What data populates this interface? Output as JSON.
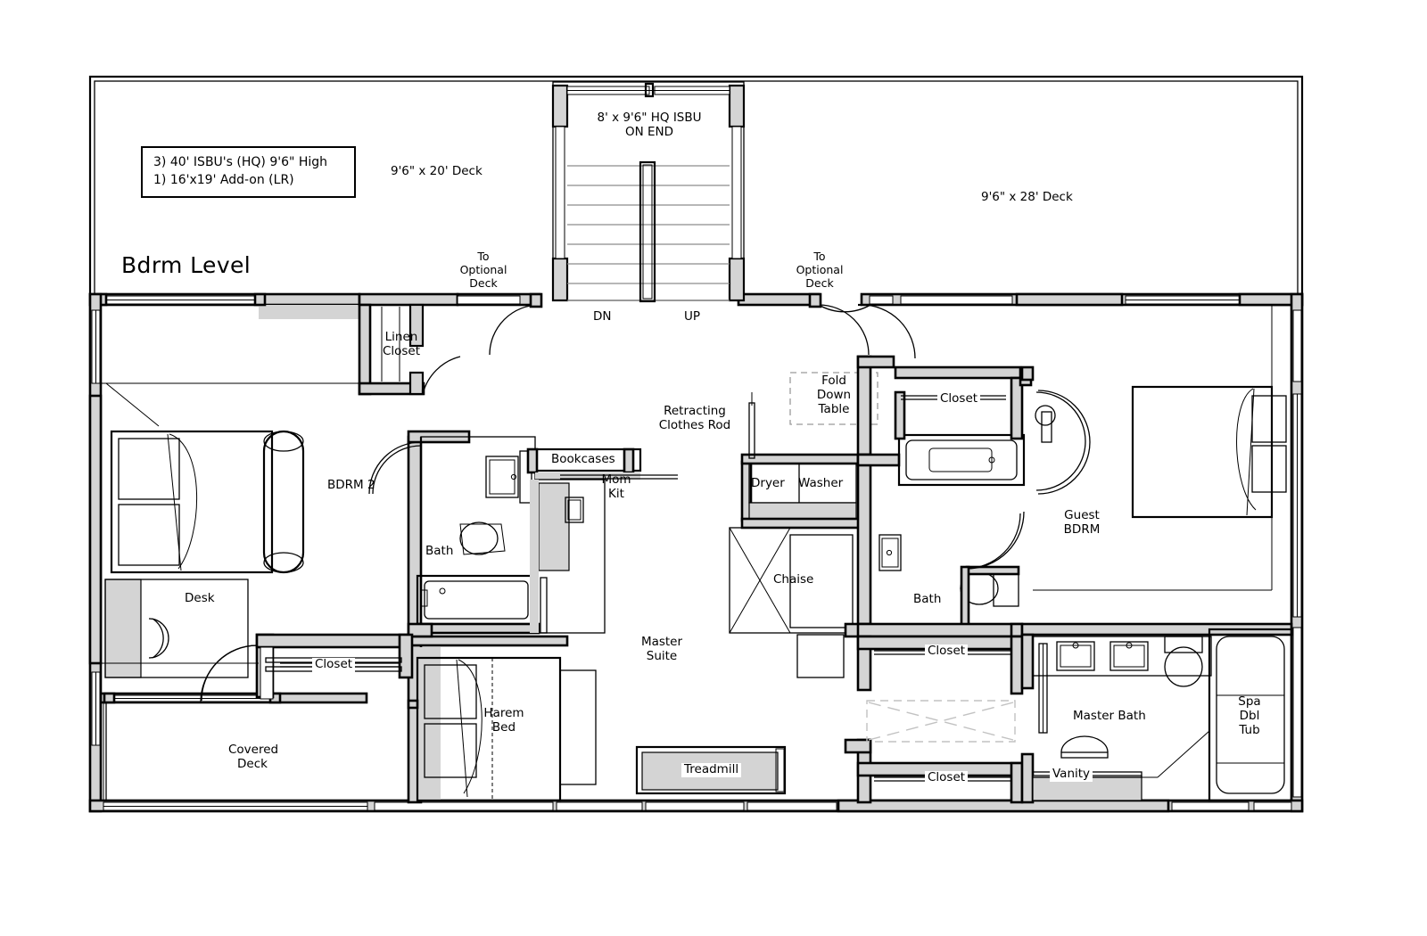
{
  "drawing": {
    "level_title": "Bdrm Level",
    "spec_box": {
      "line1": "3) 40' ISBU's (HQ) 9'6\" High",
      "line2": "1) 16'x19' Add-on (LR)"
    }
  },
  "decks": [
    {
      "name": "deck-left",
      "label": "9'6\" x 20' Deck"
    },
    {
      "name": "deck-right",
      "label": "9'6\" x 28' Deck"
    },
    {
      "name": "covered-deck",
      "label": "Covered\nDeck"
    }
  ],
  "stair": {
    "container_label": "8' x 9'6\" HQ ISBU\nON END",
    "down_label": "DN",
    "up_label": "UP"
  },
  "optional_deck_notes": [
    {
      "name": "to-optional-deck-left",
      "label": "To\nOptional\nDeck"
    },
    {
      "name": "to-optional-deck-right",
      "label": "To\nOptional\nDeck"
    }
  ],
  "rooms": [
    {
      "name": "bdrm-2",
      "label": "BDRM 2"
    },
    {
      "name": "bath-bdrm2",
      "label": "Bath"
    },
    {
      "name": "master-suite",
      "label": "Master\nSuite"
    },
    {
      "name": "guest-bdrm",
      "label": "Guest\nBDRM"
    },
    {
      "name": "bath-guest",
      "label": "Bath"
    },
    {
      "name": "master-bath",
      "label": "Master Bath"
    }
  ],
  "fixtures": [
    {
      "name": "linen-closet",
      "label": "Linen\nCloset"
    },
    {
      "name": "desk",
      "label": "Desk"
    },
    {
      "name": "closet-bdrm2",
      "label": "Closet"
    },
    {
      "name": "bookcases",
      "label": "Bookcases"
    },
    {
      "name": "mom-kit",
      "label": "Mom\nKit"
    },
    {
      "name": "retracting-clothes-rod",
      "label": "Retracting\nClothes Rod"
    },
    {
      "name": "harem-bed",
      "label": "Harem\nBed"
    },
    {
      "name": "treadmill",
      "label": "Treadmill"
    },
    {
      "name": "fold-down-table",
      "label": "Fold\nDown\nTable"
    },
    {
      "name": "dryer",
      "label": "Dryer"
    },
    {
      "name": "washer",
      "label": "Washer"
    },
    {
      "name": "chaise",
      "label": "Chaise"
    },
    {
      "name": "closet-guest-upper",
      "label": "Closet"
    },
    {
      "name": "closet-master-upper",
      "label": "Closet"
    },
    {
      "name": "closet-master-lower",
      "label": "Closet"
    },
    {
      "name": "vanity",
      "label": "Vanity"
    },
    {
      "name": "spa-dbl-tub",
      "label": "Spa\nDbl\nTub"
    }
  ],
  "colors": {
    "line": "#000000",
    "wall_fill": "#d4d4d4",
    "paper": "#ffffff",
    "light_line": "#b7b7b7"
  }
}
